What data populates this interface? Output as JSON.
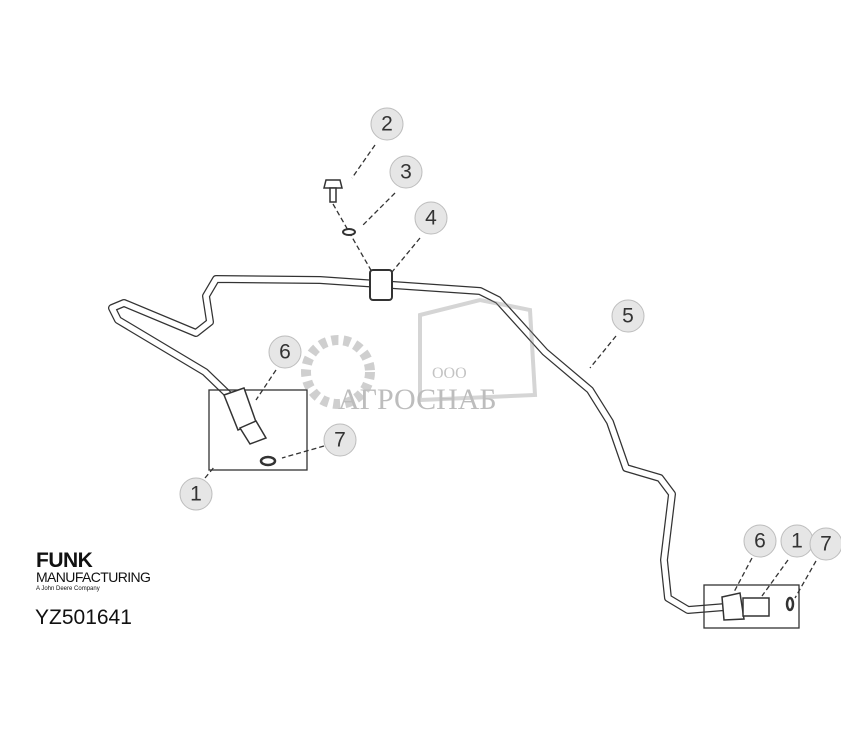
{
  "diagram": {
    "callouts": [
      {
        "label": "2"
      },
      {
        "label": "3"
      },
      {
        "label": "4"
      },
      {
        "label": "5"
      },
      {
        "label": "6"
      },
      {
        "label": "7"
      },
      {
        "label": "1"
      },
      {
        "label": "6"
      },
      {
        "label": "1"
      },
      {
        "label": "7"
      }
    ]
  },
  "logo": {
    "brand": "FUNK",
    "line2": "MANUFACTURING",
    "tagline": "A John Deere Company"
  },
  "part_number": "YZ501641",
  "watermark": {
    "prefix": "ООО",
    "name": "АГРОСНАБ"
  }
}
